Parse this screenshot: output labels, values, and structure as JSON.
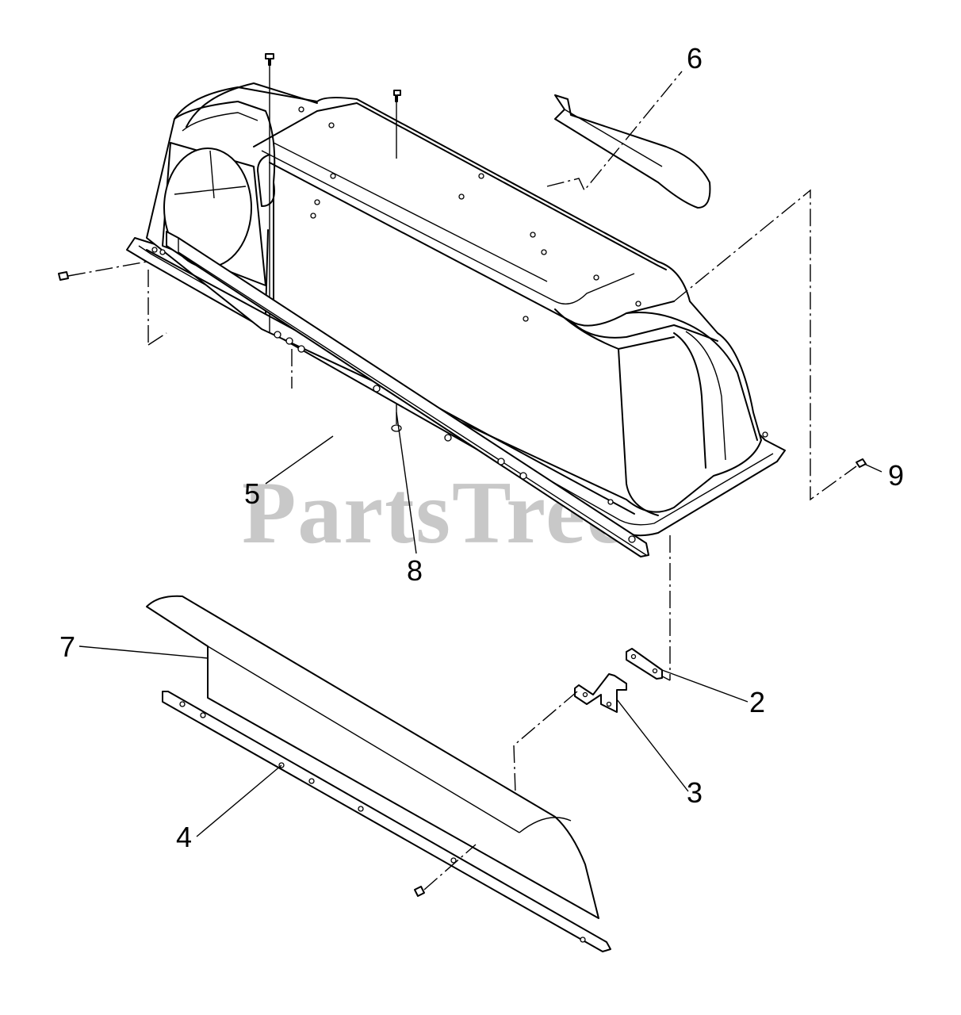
{
  "watermark": {
    "text": "PartsTree",
    "trademark": "™"
  },
  "callouts": [
    {
      "id": "label-6",
      "text": "6"
    },
    {
      "id": "label-9",
      "text": "9"
    },
    {
      "id": "label-5",
      "text": "5"
    },
    {
      "id": "label-8",
      "text": "8"
    },
    {
      "id": "label-7",
      "text": "7"
    },
    {
      "id": "label-2",
      "text": "2"
    },
    {
      "id": "label-3",
      "text": "3"
    },
    {
      "id": "label-4",
      "text": "4"
    }
  ]
}
